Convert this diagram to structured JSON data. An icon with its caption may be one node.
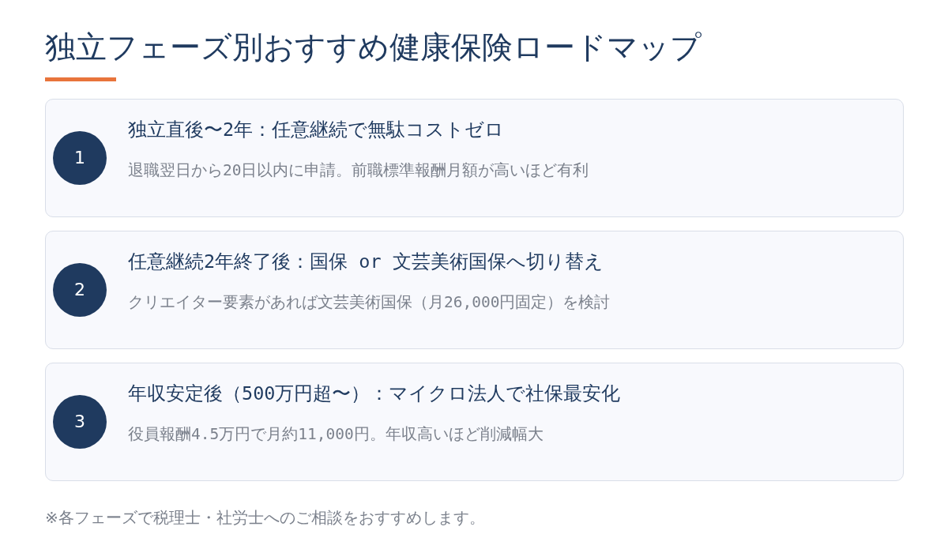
{
  "diagram": {
    "title": "独立フェーズ別おすすめ健康保険ロードマップ",
    "nodes": [
      {
        "text": [
          "独立直後〜2年：任意継続で無駄コストゼロ",
          "退職翌日から20日以内に申請。前職標準報酬月額が高いほど有利"
        ]
      },
      {
        "text": [
          "1"
        ],
        "in": 0
      },
      {
        "text": [
          "任意継続2年終了後：国保 or 文芸美術国保へ切り替え",
          "クリエイター要素があれば文芸美術国保（月26,000円固定）を検討"
        ]
      },
      {
        "text": [
          "2"
        ],
        "in": 2
      },
      {
        "text": [
          "年収安定後（500万円超〜）：マイクロ法人で社保最安化",
          "役員報酬4.5万円で月約11,000円。年収高いほど削減幅大"
        ]
      },
      {
        "text": [
          "3"
        ],
        "in": 4
      }
    ],
    "labels": [
      "※各フェーズで税理士・社労士へのご相談をおすすめします。"
    ]
  }
}
